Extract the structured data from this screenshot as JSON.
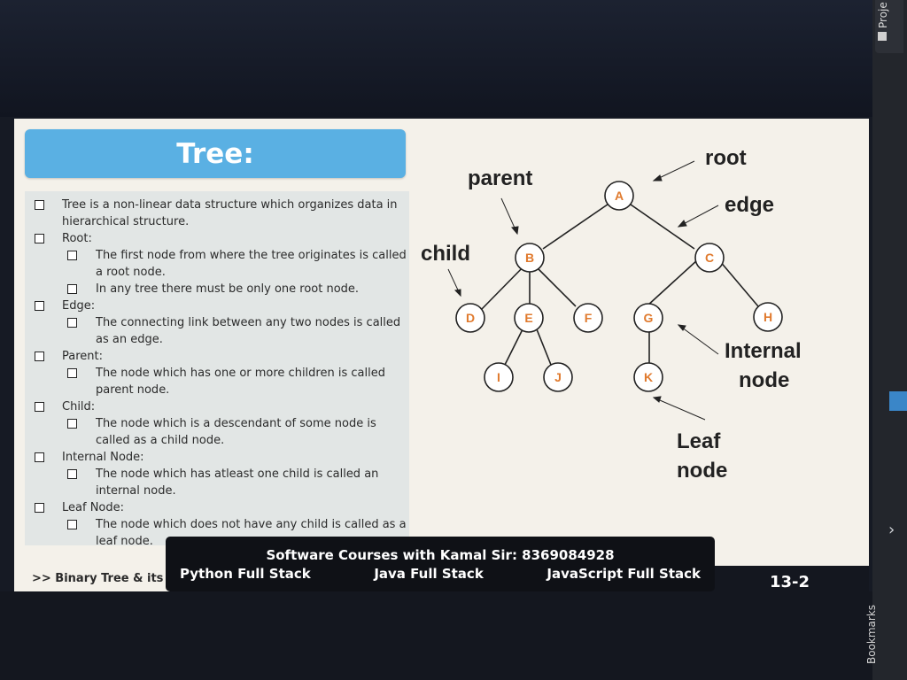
{
  "slide": {
    "title": "Tree:",
    "bullets": [
      {
        "text": "Tree is a non-linear data structure which organizes data in hierarchical structure."
      },
      {
        "text": "Root:"
      },
      {
        "text": "The first node from where the tree originates is called a root node."
      },
      {
        "text": "In any tree there must be only one root node."
      },
      {
        "text": "Edge:"
      },
      {
        "text": "The connecting link between any two nodes is called as an edge."
      },
      {
        "text": "Parent:"
      },
      {
        "text": "The node which has one or more children is called parent node."
      },
      {
        "text": "Child:"
      },
      {
        "text": "The node which is a descendant of some node is called as a child node."
      },
      {
        "text": "Internal Node:"
      },
      {
        "text": "The node which has atleast one child is called an internal node."
      },
      {
        "text": "Leaf Node:"
      },
      {
        "text": "The node which does not have any child is called as a leaf node."
      }
    ],
    "diagram": {
      "nodes": [
        "A",
        "B",
        "C",
        "D",
        "E",
        "F",
        "G",
        "H",
        "I",
        "J",
        "K"
      ],
      "labels": {
        "root": "root",
        "parent": "parent",
        "edge": "edge",
        "child": "child",
        "internal_line1": "Internal",
        "internal_line2": "node",
        "leaf_line1": "Leaf",
        "leaf_line2": "node"
      }
    },
    "footer_link": ">> Binary Tree & its t",
    "page_number": "13-2"
  },
  "banner": {
    "title": "Software Courses with Kamal Sir: 8369084928",
    "courses": [
      "Python Full Stack",
      "Java Full Stack",
      "JavaScript Full Stack"
    ]
  },
  "sidebar": {
    "projects_label": "Proje",
    "bookmarks_label": "Bookmarks"
  },
  "colors": {
    "title_bg": "#5ab0e3",
    "node_text": "#e07a2e",
    "node_fill": "#ffffff",
    "panel": "#e2e6e5"
  }
}
